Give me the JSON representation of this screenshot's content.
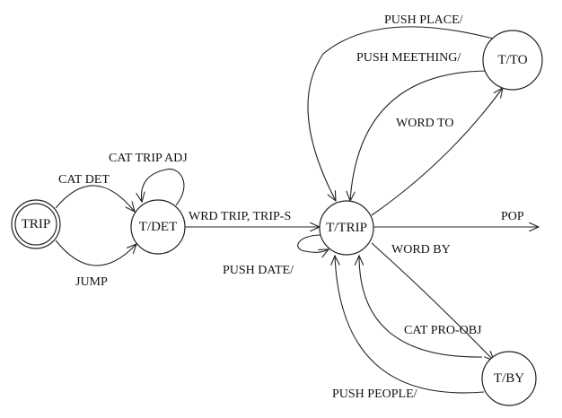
{
  "nodes": {
    "trip": "TRIP",
    "tdet": "T/DET",
    "ttrip": "T/TRIP",
    "tto": "T/TO",
    "tby": "T/BY"
  },
  "edges": {
    "cat_det": "CAT DET",
    "jump": "JUMP",
    "cat_trip_adj": "CAT TRIP ADJ",
    "wrd_trip": "WRD TRIP, TRIP-S",
    "push_date": "PUSH DATE/",
    "pop": "POP",
    "word_to": "WORD TO",
    "push_meething": "PUSH MEETHING/",
    "push_place": "PUSH PLACE/",
    "word_by": "WORD BY",
    "cat_pro_obj": "CAT PRO-OBJ",
    "push_people": "PUSH PEOPLE/"
  }
}
